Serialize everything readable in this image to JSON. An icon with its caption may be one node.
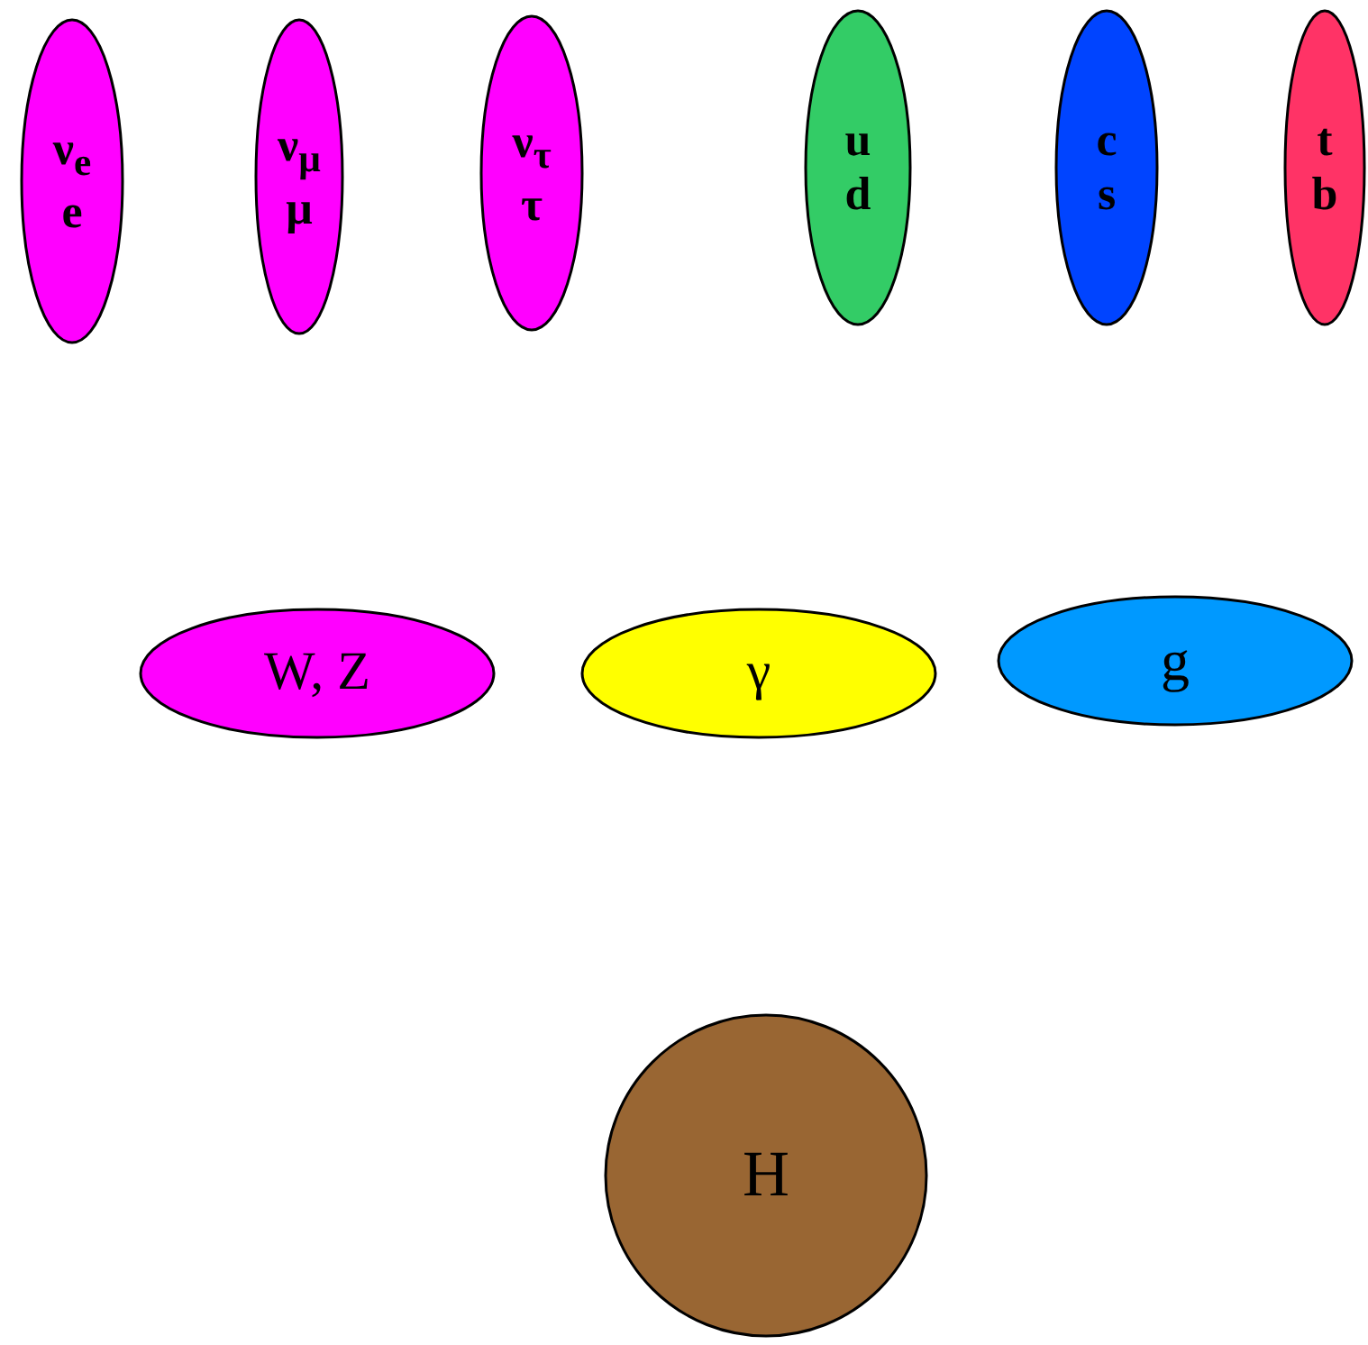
{
  "diagram": {
    "nodes": [
      {
        "text": [
          "ν$_{e}$",
          "e"
        ]
      },
      {
        "text": [
          "ν$_{μ}$",
          "μ"
        ]
      },
      {
        "text": [
          "ν$_{τ}$",
          "τ"
        ]
      },
      {
        "text": [
          "u",
          "d"
        ]
      },
      {
        "text": [
          "c",
          "s"
        ]
      },
      {
        "text": [
          "t",
          "b"
        ]
      },
      {
        "text": [
          "W, Z"
        ]
      },
      {
        "text": [
          "γ"
        ]
      },
      {
        "text": [
          "g"
        ]
      },
      {
        "text": [
          "H"
        ]
      }
    ]
  }
}
